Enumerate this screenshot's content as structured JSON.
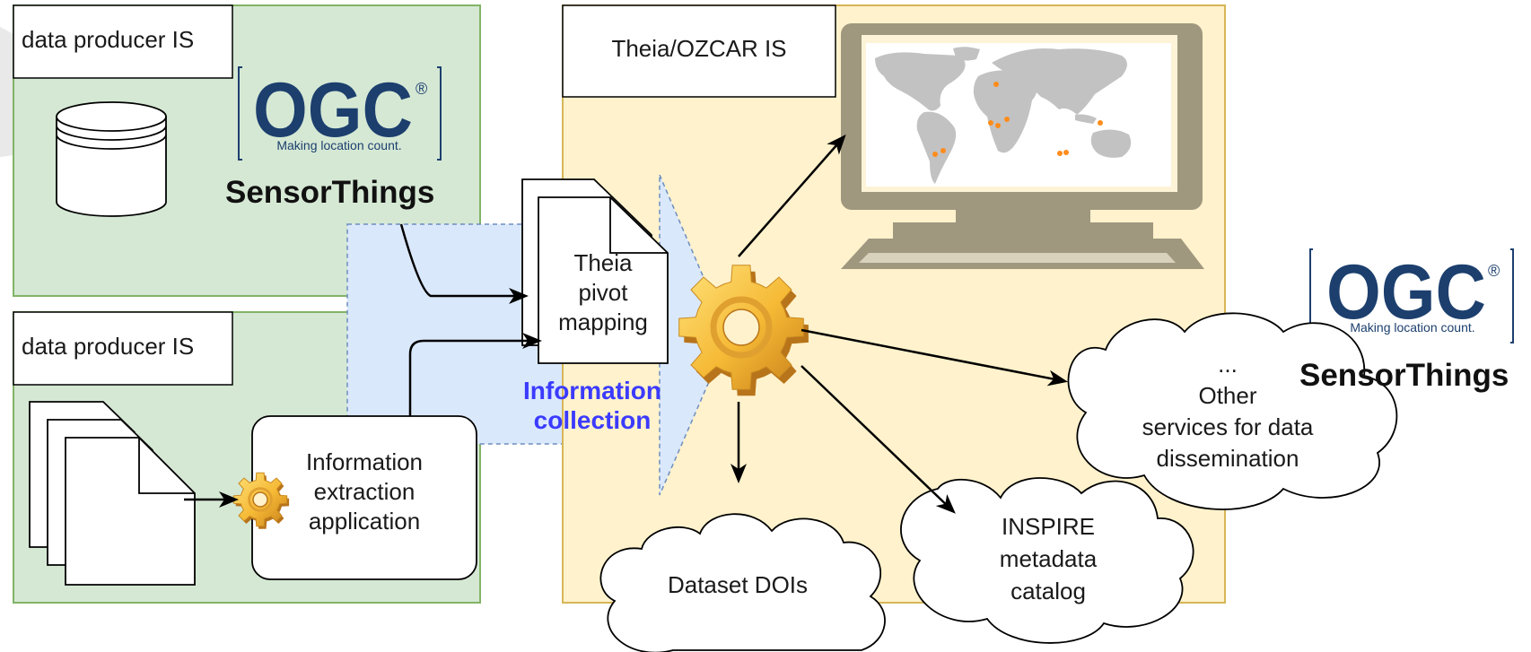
{
  "colors": {
    "producer_fill": "#d5e8d4",
    "producer_stroke": "#82b366",
    "theia_fill": "#fff2cc",
    "theia_stroke": "#d6b656",
    "collection_fill": "#dae8fc",
    "collection_stroke": "#6c8ebf",
    "collection_text": "#3b3bff",
    "ogc_blue": "#1c3f6e",
    "monitor": "#a0977f",
    "map_land": "#c2c2c2",
    "map_dot": "#ff8c1a",
    "gear_light": "#ffd75e",
    "gear_dark": "#cf8a18"
  },
  "producers": {
    "top_label": "data producer IS",
    "bottom_label": "data producer IS"
  },
  "ogc_logo": {
    "letters": "OGC",
    "registered": "®",
    "tagline": "Making location count.",
    "product": "SensorThings"
  },
  "extraction_app": {
    "lines": [
      "Information",
      "extraction",
      "application"
    ]
  },
  "pivot_doc": {
    "lines": [
      "Theia",
      "pivot",
      "mapping"
    ]
  },
  "collection": {
    "lines": [
      "Information",
      "collection"
    ]
  },
  "theia": {
    "label": "Theia/OZCAR IS"
  },
  "clouds": {
    "dois": {
      "lines": [
        "Dataset DOIs"
      ]
    },
    "inspire": {
      "lines": [
        "INSPIRE",
        "metadata",
        "catalog"
      ]
    },
    "other": {
      "lines": [
        "...",
        "Other",
        "services for data",
        "dissemination"
      ]
    }
  },
  "icons": {
    "database": "database-icon",
    "documents": "documents-icon",
    "gear_small": "gear-icon",
    "gear_large": "gear-icon",
    "monitor": "monitor-icon",
    "world_map": "world-map-icon"
  }
}
